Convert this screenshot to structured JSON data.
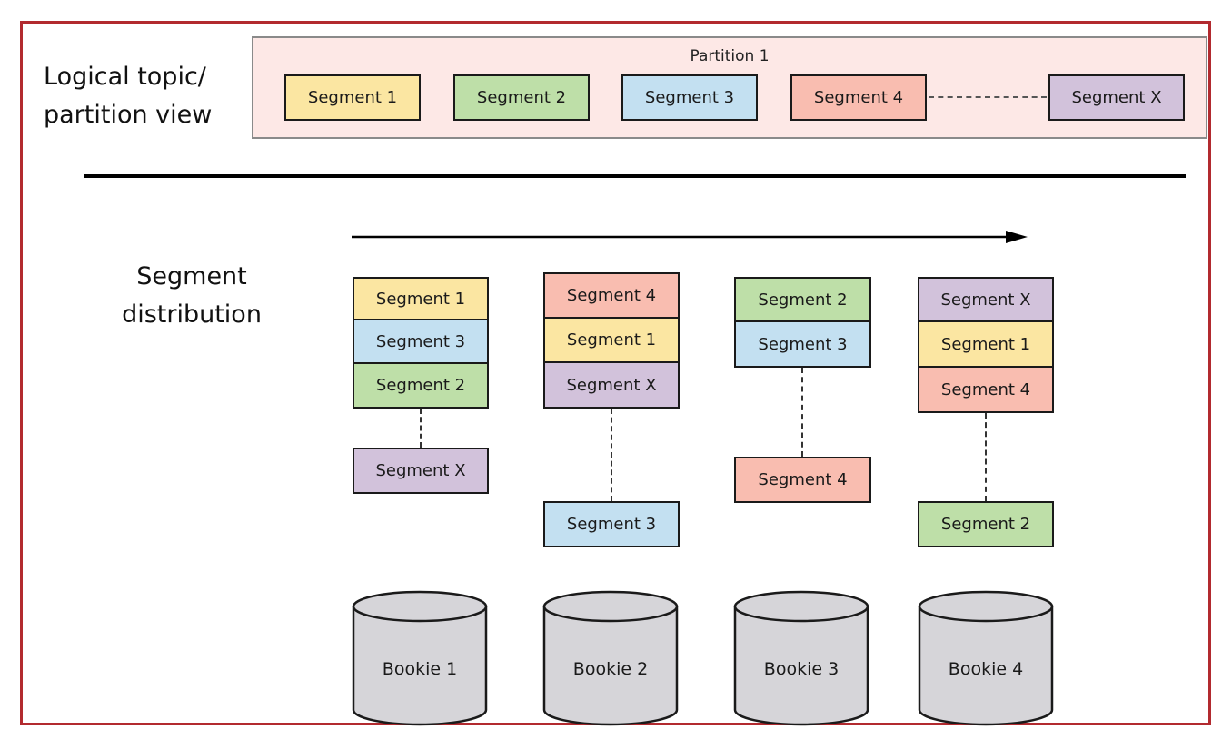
{
  "colors": {
    "segment1": "#fbe6a2",
    "segment2": "#bedfa8",
    "segment3": "#c3e0f1",
    "segment4": "#f9bdb0",
    "segmentX": "#d2c2db",
    "partition_bg": "#fde8e6",
    "frame": "#b22a2f",
    "bookie_fill": "#d6d5d9"
  },
  "labels": {
    "logical_view_line1": "Logical topic/",
    "logical_view_line2": "partition view",
    "distribution_line1": "Segment",
    "distribution_line2": "distribution"
  },
  "partition": {
    "title": "Partition 1",
    "segments": [
      "Segment 1",
      "Segment 2",
      "Segment 3",
      "Segment 4",
      "Segment X"
    ]
  },
  "bookies": [
    {
      "name": "Bookie 1",
      "stack": [
        "Segment 1",
        "Segment 3",
        "Segment 2"
      ],
      "extra": "Segment X"
    },
    {
      "name": "Bookie 2",
      "stack": [
        "Segment 4",
        "Segment 1",
        "Segment X"
      ],
      "extra": "Segment 3"
    },
    {
      "name": "Bookie 3",
      "stack": [
        "Segment 2",
        "Segment 3"
      ],
      "extra": "Segment 4"
    },
    {
      "name": "Bookie 4",
      "stack": [
        "Segment X",
        "Segment 1",
        "Segment 4"
      ],
      "extra": "Segment 2"
    }
  ]
}
